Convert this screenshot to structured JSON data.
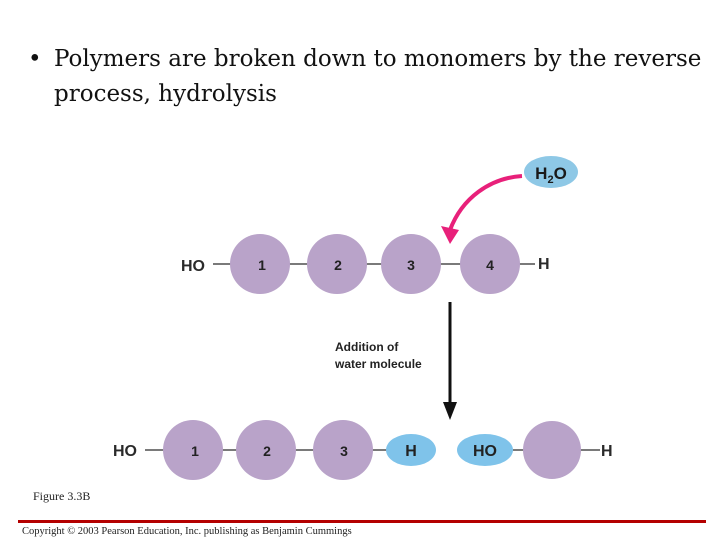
{
  "bullet": {
    "symbol": "•",
    "text": "Polymers are broken down to monomers by the reverse process, hydrolysis"
  },
  "diagram": {
    "water": {
      "label_main": "H",
      "label_sub": "2",
      "label_tail": "O",
      "color": "#8ec8e6"
    },
    "top_chain": {
      "left_end": "HO",
      "right_end": "H",
      "monomers": [
        "1",
        "2",
        "3",
        "4"
      ]
    },
    "arrow_label_line1": "Addition of",
    "arrow_label_line2": "water molecule",
    "bottom_chain": {
      "left_end": "HO",
      "monomers": [
        "1",
        "2",
        "3"
      ],
      "h_cap": "H",
      "ho_cap": "HO",
      "right_end": "H"
    },
    "monomer_color": "#b9a3c9",
    "cap_color": "#7fc3ea",
    "arrow_color": "#e8207a"
  },
  "figure_label": "Figure 3.3B",
  "copyright": "Copyright © 2003 Pearson Education, Inc. publishing as Benjamin Cummings"
}
